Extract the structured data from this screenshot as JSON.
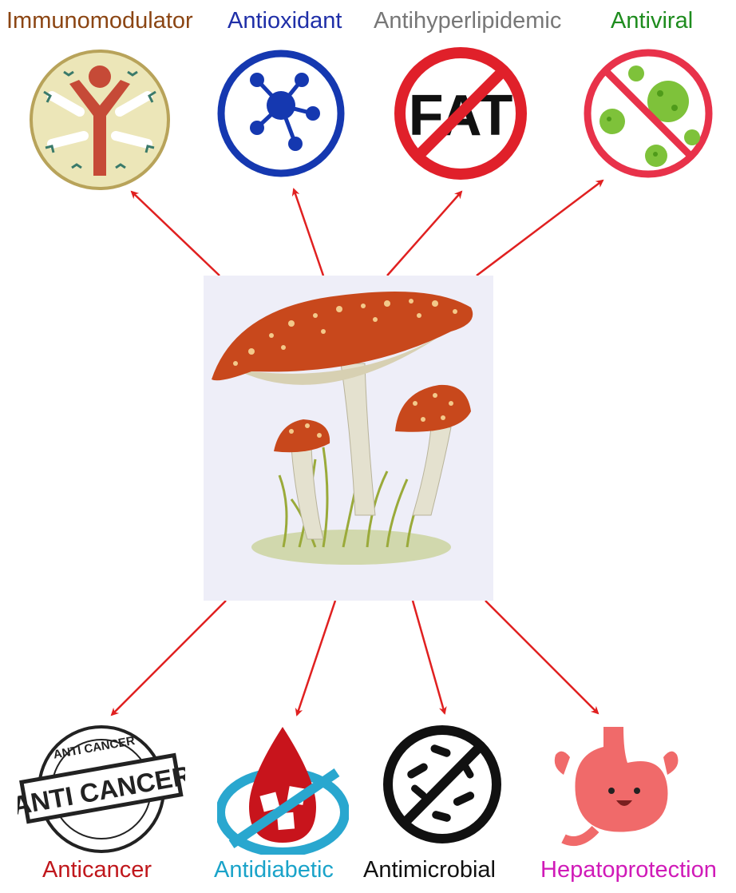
{
  "top_labels": {
    "immunomodulator": {
      "text": "Immunomodulator",
      "color": "#8b4513"
    },
    "antioxidant": {
      "text": "Antioxidant",
      "color": "#1f2fa8"
    },
    "antihyperlipidemic": {
      "text": "Antihyperlipidemic",
      "color": "#777777"
    },
    "antiviral": {
      "text": "Antiviral",
      "color": "#1e8c1e"
    }
  },
  "bottom_labels": {
    "anticancer": {
      "text": "Anticancer",
      "color": "#c0171c"
    },
    "antidiabetic": {
      "text": "Antidiabetic",
      "color": "#1aa3c9"
    },
    "antimicrobial": {
      "text": "Antimicrobial",
      "color": "#111111"
    },
    "hepatoprotection": {
      "text": "Hepatoprotection",
      "color": "#d01ab8"
    }
  },
  "icons": {
    "fat_text": "FAT",
    "anticancer_banner": "ANTI CANCER",
    "anticancer_ring": "ANTI CANCER"
  },
  "colors": {
    "arrow": "#e02020",
    "mushroom_cap": "#c8481c",
    "ban_red": "#e0202a"
  }
}
